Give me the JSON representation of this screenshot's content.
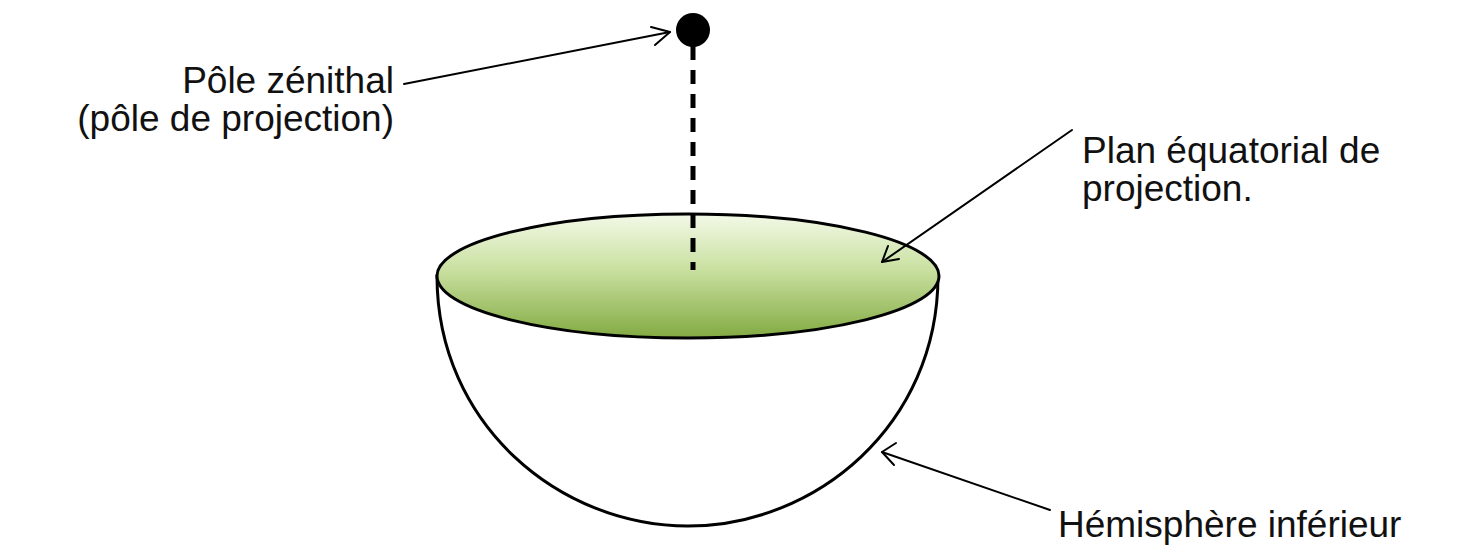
{
  "diagram": {
    "labels": [
      "Pôle zénithal (pôle de projection)",
      "Plan équatorial de projection.",
      "Hémisphère inférieur"
    ]
  }
}
